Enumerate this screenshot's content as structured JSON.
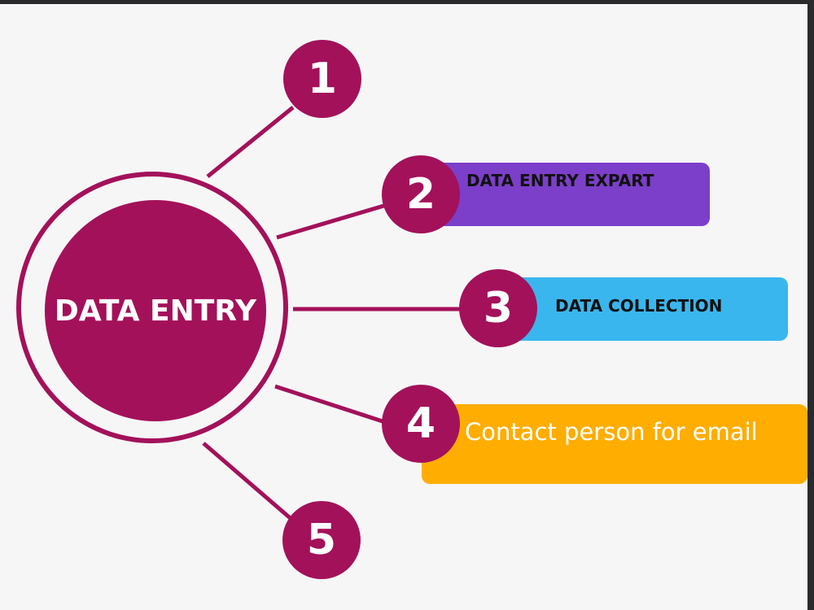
{
  "hub": {
    "label": "DATA ENTRY"
  },
  "nodes": [
    {
      "number": "1"
    },
    {
      "number": "2",
      "label": "DATA  ENTRY EXPART"
    },
    {
      "number": "3",
      "label": "DATA  COLLECTION"
    },
    {
      "number": "4",
      "label": "Contact person for email"
    },
    {
      "number": "5"
    }
  ],
  "colors": {
    "primary": "#a3115a",
    "box_2": "#7b3fc9",
    "box_3": "#3ab6ef",
    "box_4": "#ffad00",
    "background": "#f6f6f7"
  }
}
